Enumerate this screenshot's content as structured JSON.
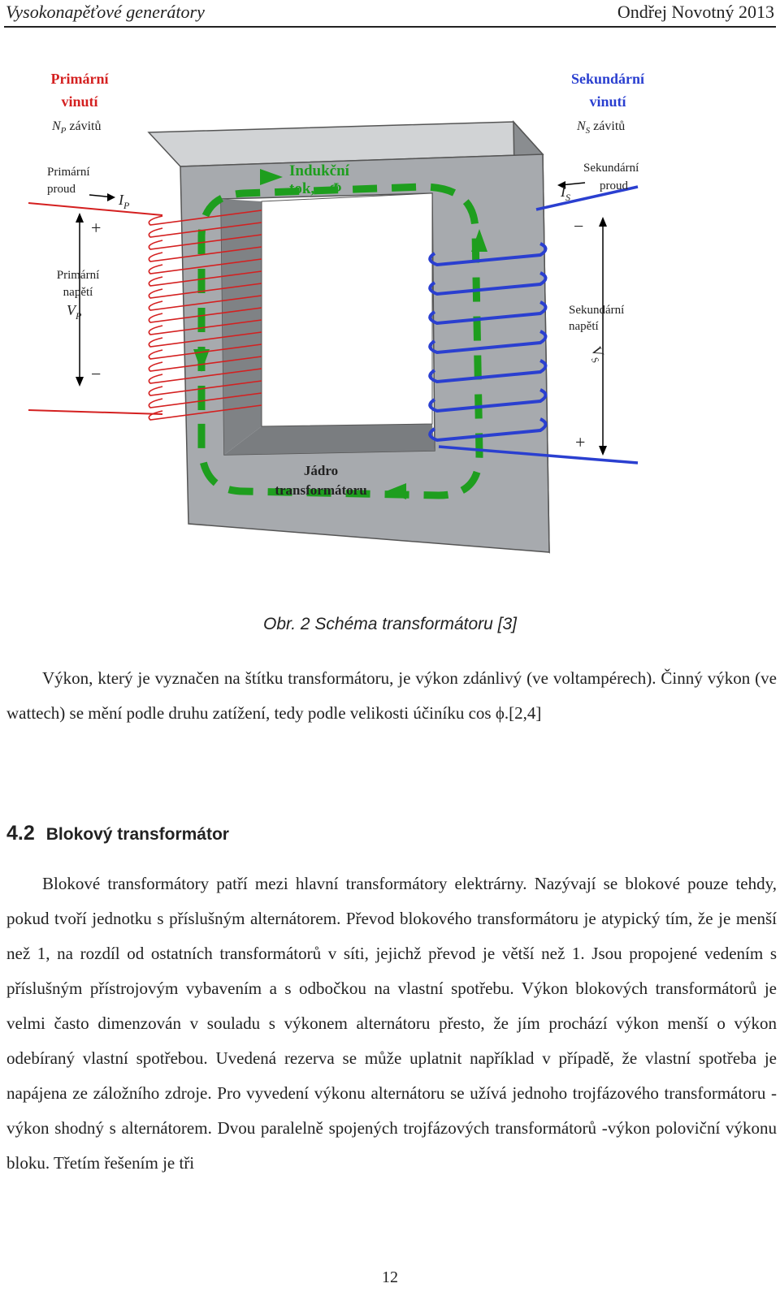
{
  "header": {
    "left": "Vysokonapěťové generátory",
    "right": "Ondřej Novotný 2013"
  },
  "figure": {
    "primary_winding_1": "Primární",
    "primary_winding_2": "vinutí",
    "primary_turns": "N",
    "primary_turns_sub": "P",
    "turns_word": "závitů",
    "primary_current_1": "Primární",
    "primary_current_2": "proud",
    "primary_current_sym": "I",
    "primary_current_sub": "P",
    "primary_voltage_1": "Primární",
    "primary_voltage_2": "napětí",
    "primary_voltage_sym": "V",
    "primary_voltage_sub": "P",
    "secondary_winding_1": "Sekundární",
    "secondary_winding_2": "vinutí",
    "secondary_turns": "N",
    "secondary_turns_sub": "S",
    "secondary_current_1": "Sekundární",
    "secondary_current_2": "proud",
    "secondary_current_sym": "I",
    "secondary_current_sub": "S",
    "secondary_voltage_1": "Sekundární",
    "secondary_voltage_2": "napětí",
    "secondary_voltage_sym": "V",
    "secondary_voltage_sub": "S",
    "flux_1": "Indukční",
    "flux_2": "tok,",
    "flux_sym": "Φ",
    "core_1": "Jádro",
    "core_2": "transformátoru",
    "plus": "+",
    "minus": "−",
    "colors": {
      "primary": "#d42020",
      "secondary": "#2a3fd0",
      "flux": "#1e9e1e",
      "core": "#a7aaae"
    }
  },
  "caption": "Obr. 2 Schéma transformátoru [3]",
  "para1": "Výkon, který je vyznačen na štítku transformátoru, je výkon zdánlivý (ve voltampérech). Činný výkon (ve wattech) se mění podle druhu zatížení, tedy podle velikosti účiníku cos ϕ.[2,4]",
  "section": {
    "number": "4.2",
    "title": "Blokový transformátor"
  },
  "para2": "Blokové transformátory patří mezi hlavní transformátory elektrárny. Nazývají se blokové pouze tehdy, pokud tvoří jednotku s příslušným alternátorem. Převod blokového transformátoru je atypický tím, že je menší než 1, na rozdíl od ostatních transformátorů v síti, jejichž převod je větší než 1. Jsou propojené vedením s příslušným přístrojovým vybavením a s odbočkou na vlastní spotřebu. Výkon blokových transformátorů je velmi často dimenzován v souladu s výkonem alternátoru přesto, že jím prochází výkon menší o výkon odebíraný vlastní spotřebou. Uvedená rezerva se může uplatnit například v případě, že vlastní spotřeba je napájena ze záložního zdroje. Pro vyvedení výkonu alternátoru se užívá jednoho trojfázového transformátoru - výkon shodný s alternátorem. Dvou paralelně spojených trojfázových transformátorů -výkon poloviční výkonu bloku. Třetím řešením je tři",
  "page_number": "12"
}
